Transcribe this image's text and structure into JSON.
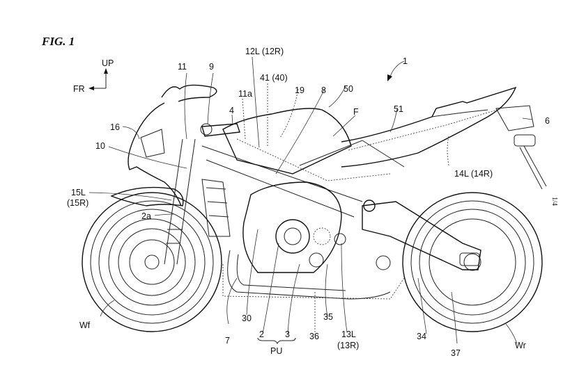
{
  "figure": {
    "title": "FIG. 1",
    "sheet_number": "1/4",
    "subject": "motorcycle side view",
    "orientation": {
      "up_label": "UP",
      "front_label": "FR"
    }
  },
  "reference_labels": {
    "vehicle": "1",
    "l11": "11",
    "l9": "9",
    "l12": "12L (12R)",
    "l41": "41 (40)",
    "l11a": "11a",
    "l19": "19",
    "l8": "8",
    "l50": "50",
    "l4": "4",
    "lF": "F",
    "l51": "51",
    "l6": "6",
    "l16": "16",
    "l10": "10",
    "l14": "14L (14R)",
    "l15a": "15L",
    "l15b": "(15R)",
    "l2a": "2a",
    "lWf": "Wf",
    "l7": "7",
    "l30": "30",
    "l2": "2",
    "l3": "3",
    "lPU": "PU",
    "l36": "36",
    "l35": "35",
    "l13a": "13L",
    "l13b": "(13R)",
    "l34": "34",
    "l37": "37",
    "lWr": "Wr"
  }
}
